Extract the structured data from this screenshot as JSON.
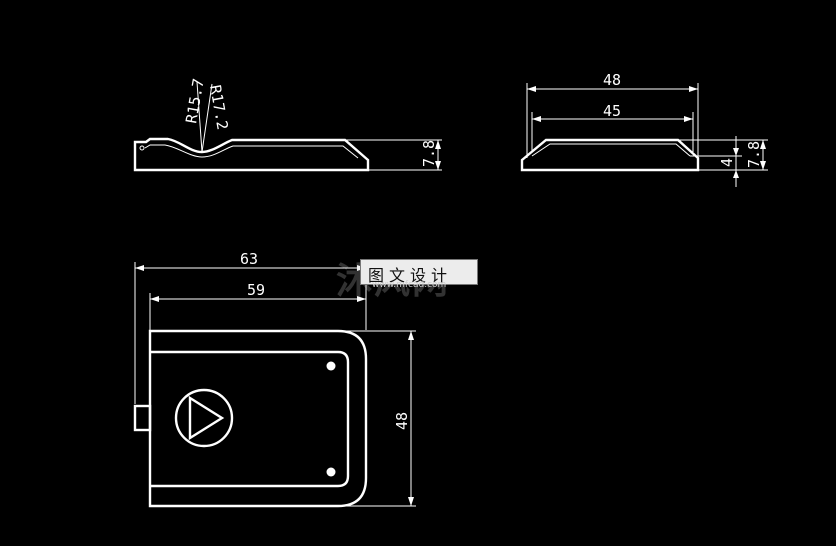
{
  "colors": {
    "background": "#000000",
    "lines": "#ffffff"
  },
  "side_view": {
    "radius_a": "R15.7",
    "radius_b": "R17.2",
    "height": "7.8"
  },
  "end_view": {
    "outer_width": "48",
    "inner_width": "45",
    "inner_height": "4",
    "height": "7.8"
  },
  "top_view": {
    "overall_length": "63",
    "body_length": "59",
    "width": "48",
    "logo_icon": "play-triangle-circle-icon"
  },
  "watermark": {
    "logo_text": "沐风网",
    "label": "图文设计",
    "url": "www.mfcad.com"
  }
}
